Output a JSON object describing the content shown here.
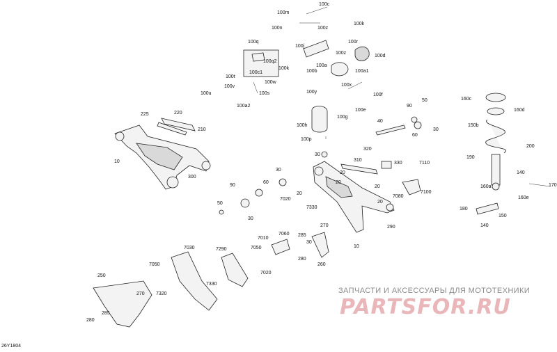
{
  "diagram_code": "26Y1804",
  "watermark": {
    "tagline": "ЗАПЧАСТИ И АКСЕССУАРЫ ДЛЯ МОТОТЕХНИКИ",
    "logo": "PARTSFOR.RU"
  },
  "labels": {
    "l100c": "100c",
    "l100m": "100m",
    "l100n": "100n",
    "l100z": "100z",
    "l100k_top": "100k",
    "l100q": "100q",
    "l100j": "100j",
    "l100r": "100r",
    "l100z2": "100z",
    "l100d": "100d",
    "l100q2": "100q2",
    "l100k": "100k",
    "l100a": "100a",
    "l100c1": "100c1",
    "l100a1": "100a1",
    "l100b": "100b",
    "l100t": "100t",
    "l100v": "100v",
    "l100w": "100w",
    "l100x": "100x",
    "l100u": "100u",
    "l100s": "100s",
    "l100y": "100y",
    "l100f": "100f",
    "l100a2": "100a2",
    "l100e": "100e",
    "l100g": "100g",
    "l100h": "100h",
    "l100p": "100p",
    "l225": "225",
    "l220": "220",
    "l210": "210",
    "l10a": "10",
    "l300": "300",
    "l50a": "50",
    "l90a": "90",
    "l60a": "60",
    "l30a": "30",
    "l40": "40",
    "l320": "320",
    "l310": "310",
    "l330": "330",
    "l30b": "30",
    "l90b": "90",
    "l60b": "60",
    "l30c": "30",
    "l30d": "30",
    "l20a": "20",
    "l20b": "20",
    "l20c": "20",
    "l20d": "20",
    "l20e": "20",
    "l7110": "7110",
    "l7080a": "7080",
    "l7100": "7100",
    "l7020a": "7020",
    "l7330a": "7330",
    "l10b": "10",
    "l290": "290",
    "l50b": "50",
    "l30e": "30",
    "l270a": "270",
    "l285a": "285",
    "l7060b": "7060",
    "l7010": "7010",
    "l7050a": "7050",
    "l7020b": "7020",
    "l280a": "280",
    "l260": "260",
    "l7030": "7030",
    "l7290": "7290",
    "l7050b": "7050",
    "l7330b": "7330",
    "l250": "250",
    "l270b": "270",
    "l7320": "7320",
    "l285b": "285",
    "l280b": "280",
    "l160c": "160c",
    "l160d": "160d",
    "l150b": "150b",
    "l200": "200",
    "l190": "190",
    "l140a": "140",
    "l160a": "160a",
    "l170": "170",
    "l160e": "160e",
    "l180": "180",
    "l150": "150",
    "l140b": "140"
  }
}
